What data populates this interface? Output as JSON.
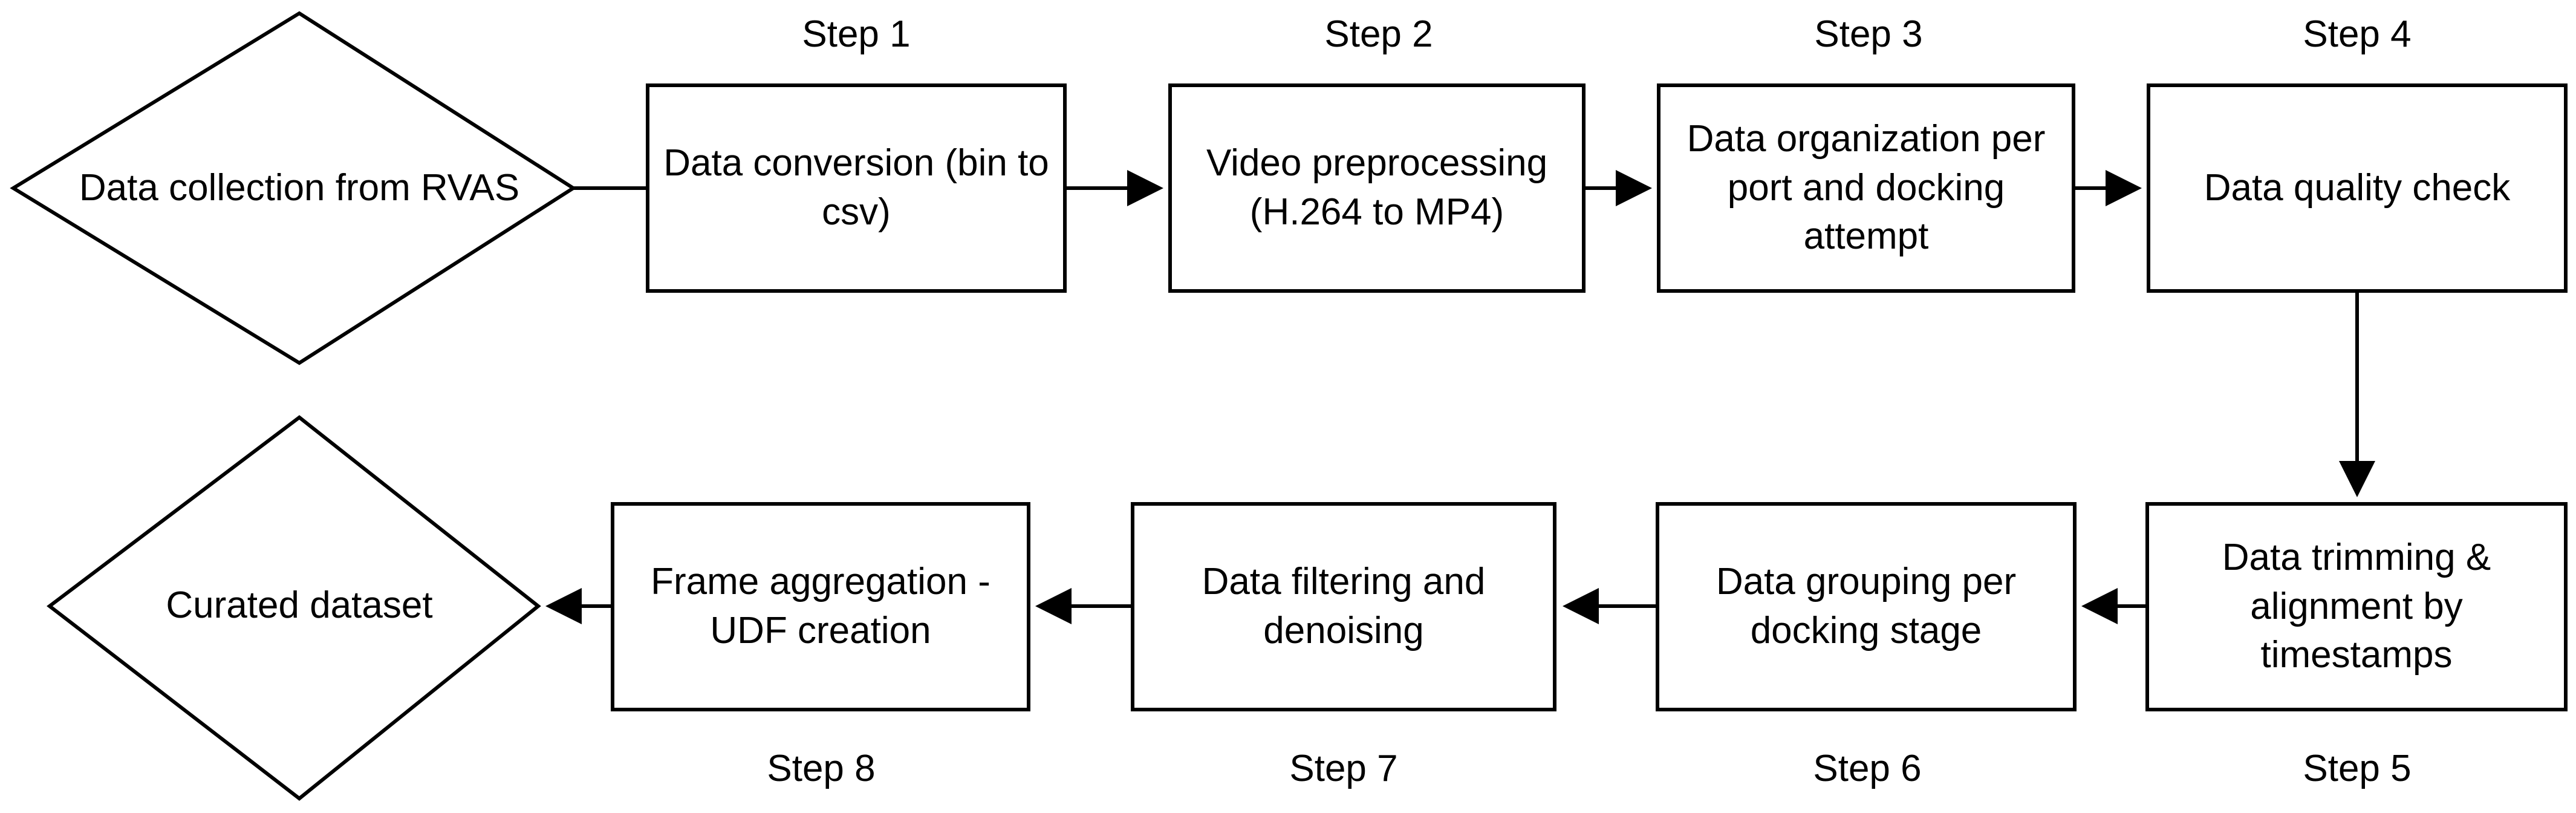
{
  "start": {
    "label": "Data collection from RVAS"
  },
  "end": {
    "label": "Curated dataset"
  },
  "steps": [
    {
      "step": "Step 1",
      "label": "Data conversion (bin to csv)"
    },
    {
      "step": "Step 2",
      "label": "Video preprocessing (H.264 to MP4)"
    },
    {
      "step": "Step 3",
      "label": "Data organization per port and docking attempt"
    },
    {
      "step": "Step 4",
      "label": "Data quality check"
    },
    {
      "step": "Step 5",
      "label": "Data trimming & alignment by timestamps"
    },
    {
      "step": "Step 6",
      "label": "Data grouping per docking stage"
    },
    {
      "step": "Step 7",
      "label": "Data filtering and denoising"
    },
    {
      "step": "Step 8",
      "label": "Frame aggregation - UDF creation"
    }
  ],
  "colors": {
    "stroke": "#000000",
    "fill": "#ffffff"
  }
}
